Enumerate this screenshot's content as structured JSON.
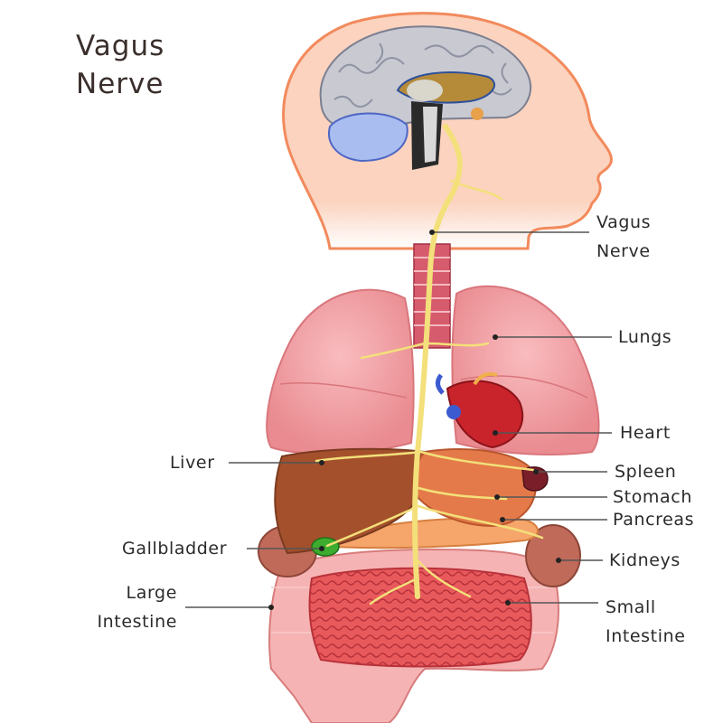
{
  "title": {
    "line1": "Vagus",
    "line2": "Nerve"
  },
  "labels": {
    "vagus_nerve": {
      "line1": "Vagus",
      "line2": "Nerve"
    },
    "lungs": "Lungs",
    "heart": "Heart",
    "liver": "Liver",
    "spleen": "Spleen",
    "stomach": "Stomach",
    "pancreas": "Pancreas",
    "gallbladder": "Gallbladder",
    "kidneys": "Kidneys",
    "large_intestine": {
      "line1": "Large",
      "line2": "Intestine"
    },
    "small_intestine": {
      "line1": "Small",
      "line2": "Intestine"
    }
  },
  "colors": {
    "skin": "#fbd3bf",
    "skin_outline": "#f28a5c",
    "nerve": "#f3e07a",
    "lung": "#f4a3a6",
    "heart": "#c9242c",
    "liver": "#a4502c",
    "stomach": "#e47a49",
    "spleen": "#7a1f2a",
    "intestine": "#e8595c",
    "large_intestine": "#f6b3b3",
    "gallbladder": "#3dac2e",
    "kidney": "#c06a5a",
    "leader_line": "#555555"
  }
}
